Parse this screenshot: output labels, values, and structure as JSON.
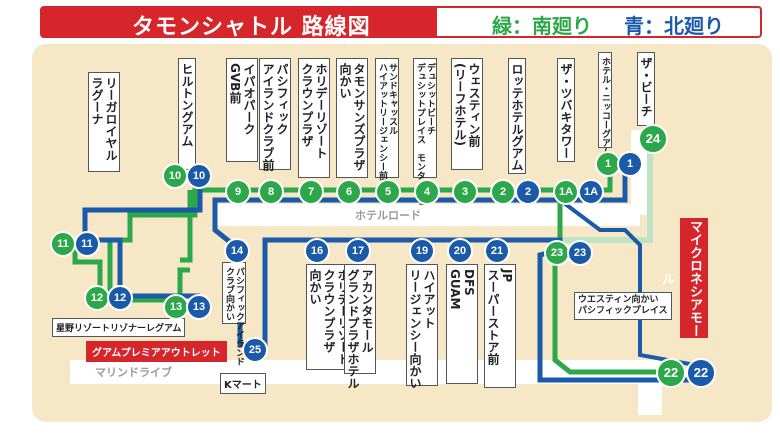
{
  "header": {
    "title": "タモンシャトル 路線図",
    "green_legend": "緑：南廻り",
    "blue_legend": "青：北廻り"
  },
  "roads": {
    "hotel_road": "ホテルロード",
    "marine_drive": "マリンドライブ"
  },
  "colors": {
    "green": "#2ca84a",
    "blue": "#1a5aa8",
    "red": "#d7262b",
    "map_bg": "#f6e8c6"
  },
  "stops_top": [
    {
      "num_g": "10",
      "num_b": "10",
      "label": "ヒルトングアム"
    },
    {
      "num": "9",
      "label": "イパオパーク\nGVB前"
    },
    {
      "num": "8",
      "label": "パシフィック\nアイランドクラブ前"
    },
    {
      "num": "7",
      "label": "ホリデーリゾート\nクラウンプラザ"
    },
    {
      "num": "6",
      "label": "タモンサンズプラザ\n向かい"
    },
    {
      "num": "5",
      "label": "サンドキャッスル\nハイアットリージェンシー前"
    },
    {
      "num": "4",
      "label": "デュシットビーチ\nデュシットプレイス　モンタージュ"
    },
    {
      "num": "3",
      "label": "ウェスティン前\n(リーフホテル)"
    },
    {
      "num": "2",
      "label": "ロッテホテルグアム"
    },
    {
      "num": "1A",
      "label": "ザ・ツバキタワー"
    },
    {
      "num": "1",
      "label": "ホテル・ニッコーグアム"
    },
    {
      "num": "24",
      "label": "ザ・ビーチ"
    }
  ],
  "stops_bottom": [
    {
      "num": "14",
      "label": "パシフィックアイランド\nクラブ向かい"
    },
    {
      "num": "16",
      "label": "ホリデーリゾート\nクラウンプラザ\n向かい"
    },
    {
      "num": "17",
      "label": "アカンタモール\nグランドプラザホテル"
    },
    {
      "num": "19",
      "label": "ハイアット\nリージェンシー向かい"
    },
    {
      "num": "20",
      "label": "DFS\nGUAM"
    },
    {
      "num": "21",
      "label": "JP\nスーパーストア前"
    },
    {
      "num": "23",
      "label": "ウエスティン向かい\nパシフィックプレイス"
    },
    {
      "num": "22",
      "label": "マイクロネシアモール"
    },
    {
      "num": "25",
      "label": "Kマート"
    }
  ],
  "stops_left": [
    {
      "num": "11",
      "label": "リーガロイヤル\nラグーナ"
    },
    {
      "num": "12",
      "label": "星野リゾートリゾナーレグアム"
    },
    {
      "num": "13",
      "label": "グアムプレミアアウトレット"
    }
  ]
}
